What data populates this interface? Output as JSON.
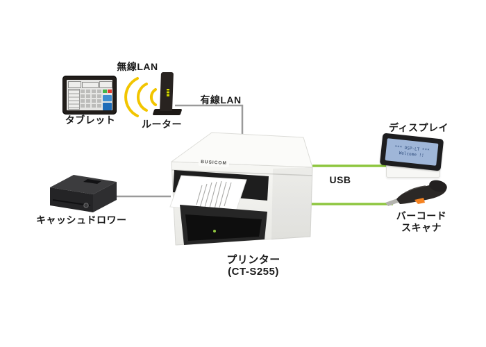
{
  "connections": {
    "wireless_lan_label": "無線LAN",
    "wired_lan_label": "有線LAN",
    "usb_label": "USB",
    "usb_cable_color": "#8dc63f",
    "lan_cable_color": "#9a9a9a",
    "wifi_wave_color": "#f2c500"
  },
  "devices": {
    "tablet": {
      "label": "タブレット"
    },
    "router": {
      "label": "ルーター"
    },
    "cash_drawer": {
      "label": "キャッシュドロワー"
    },
    "printer": {
      "name": "プリンター",
      "model": "(CT-S255)",
      "brand": "BUSICOM"
    },
    "customer_display": {
      "label": "ディスプレイ",
      "screen_line1": "*** DSP-LT ***",
      "screen_line2": "Welcome !!"
    },
    "barcode_scanner": {
      "label_line1": "バーコード",
      "label_line2": "スキャナ"
    }
  }
}
